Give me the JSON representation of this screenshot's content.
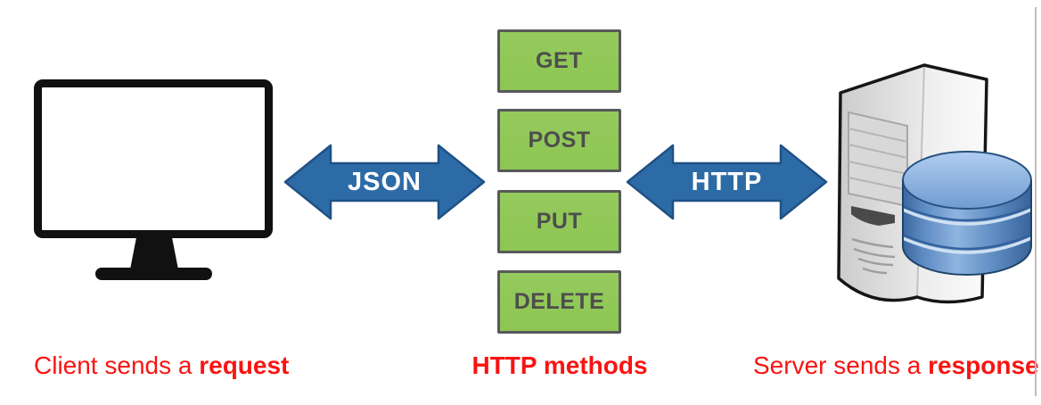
{
  "theme": {
    "caption-red": "#f81412",
    "method-green": "#8dc653",
    "method-border": "#58595b",
    "method-text": "#4d4d4d",
    "arrow-blue": "#2d6ba6",
    "arrow-blue-border": "#1f5184",
    "monitor-black": "#111111",
    "edge-line-gray": "#bdbdbd"
  },
  "diagram": {
    "client": {
      "label_prefix": "Client sends a ",
      "label_bold": "request"
    },
    "methods_title": "HTTP methods",
    "methods": [
      {
        "label": "GET"
      },
      {
        "label": "POST"
      },
      {
        "label": "PUT"
      },
      {
        "label": "DELETE"
      }
    ],
    "arrows": [
      {
        "label": "JSON"
      },
      {
        "label": "HTTP"
      }
    ],
    "server": {
      "label_prefix": "Server sends a ",
      "label_bold": "response"
    }
  }
}
